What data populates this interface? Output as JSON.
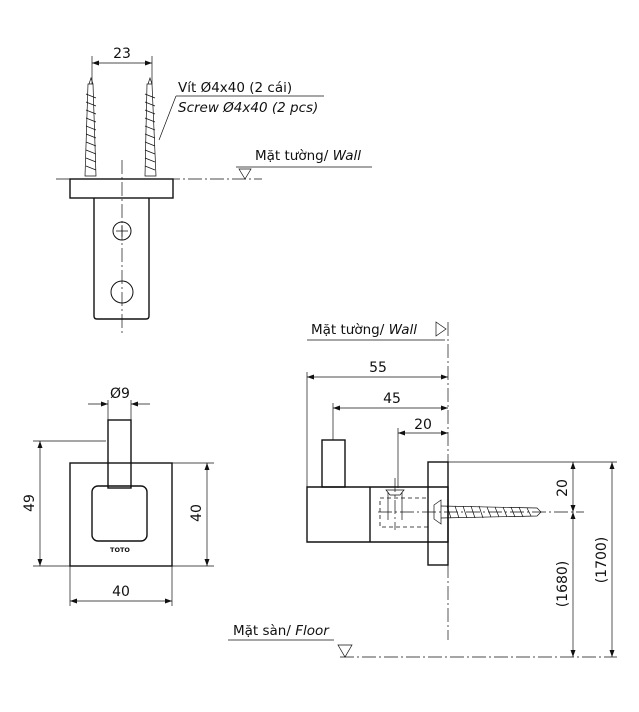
{
  "top_view": {
    "dim_screw_spacing": "23",
    "screw_label_vi": "Vít Ø4x40 (2 cái)",
    "screw_label_en": "Screw Ø4x40 (2 pcs)",
    "wall_label_vi": "Mặt tường/ ",
    "wall_label_en": "Wall"
  },
  "front_view": {
    "dim_diameter": "Ø9",
    "dim_height_outer": "49",
    "dim_height_inner": "40",
    "dim_width": "40",
    "logo": "TOTO"
  },
  "side_view": {
    "wall_label_vi": "Mặt tường/ ",
    "wall_label_en": "Wall",
    "dim_depth_total": "55",
    "dim_depth_hook": "45",
    "dim_depth_screw": "20",
    "dim_screw_offset": "20",
    "dim_height_center": "(1680)",
    "dim_height_top": "(1700)",
    "floor_label_vi": "Mặt sàn/ ",
    "floor_label_en": "Floor"
  }
}
